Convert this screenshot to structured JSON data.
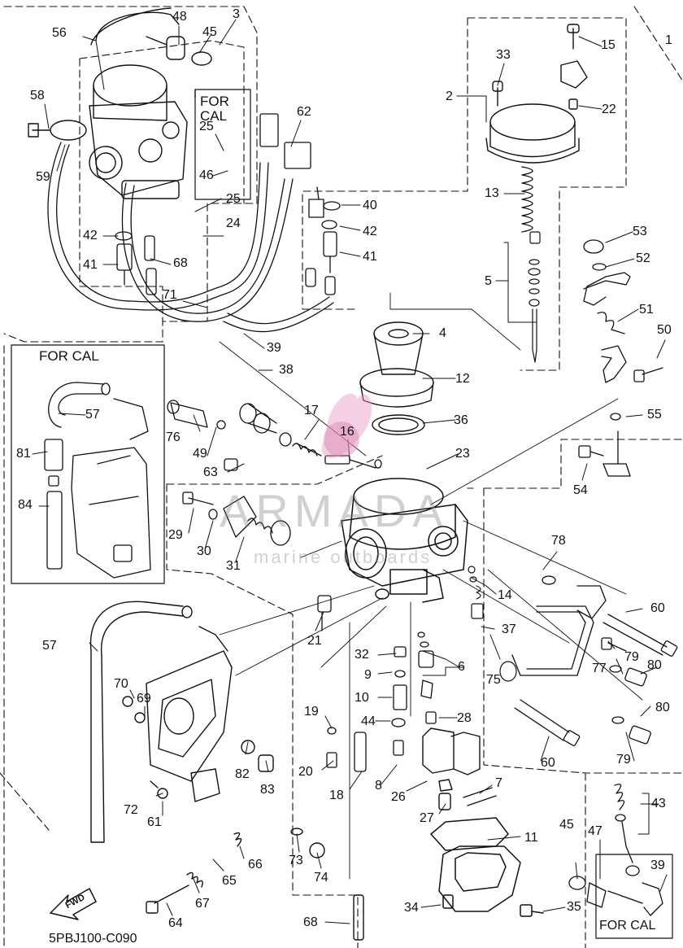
{
  "diagram_code": "5PBJ100-C090",
  "watermark": {
    "brand": "ARMADA",
    "tagline": "marine outboards"
  },
  "insets": {
    "cal_small": "FOR\nCAL",
    "cal_left": "FOR CAL",
    "cal_bottom": "FOR CAL"
  },
  "fwd_label": "FWD",
  "callouts": [
    "1",
    "2",
    "3",
    "4",
    "5",
    "6",
    "7",
    "8",
    "9",
    "10",
    "11",
    "12",
    "13",
    "14",
    "15",
    "16",
    "17",
    "18",
    "19",
    "20",
    "21",
    "22",
    "23",
    "24",
    "25",
    "25b",
    "26",
    "27",
    "28",
    "29",
    "30",
    "31",
    "32",
    "33",
    "34",
    "35",
    "36",
    "37",
    "38",
    "39",
    "39b",
    "40",
    "41",
    "41b",
    "42",
    "42b",
    "43",
    "44",
    "45",
    "45b",
    "46",
    "47",
    "48",
    "49",
    "50",
    "51",
    "52",
    "53",
    "54",
    "55",
    "56",
    "57",
    "57b",
    "58",
    "59",
    "60",
    "60b",
    "61",
    "62",
    "63",
    "64",
    "65",
    "66",
    "67",
    "68",
    "68b",
    "69",
    "70",
    "71",
    "72",
    "73",
    "74",
    "75",
    "76",
    "77",
    "78",
    "79",
    "79b",
    "80",
    "80b",
    "81",
    "82",
    "83",
    "84"
  ],
  "labels": {
    "1": "1",
    "2": "2",
    "3": "3",
    "4": "4",
    "5": "5",
    "6": "6",
    "7": "7",
    "8": "8",
    "9": "9",
    "10": "10",
    "11": "11",
    "12": "12",
    "13": "13",
    "14": "14",
    "15": "15",
    "16": "16",
    "17": "17",
    "18": "18",
    "19": "19",
    "20": "20",
    "21": "21",
    "22": "22",
    "23": "23",
    "24": "24",
    "25": "25",
    "25b": "25",
    "26": "26",
    "27": "27",
    "28": "28",
    "29": "29",
    "30": "30",
    "31": "31",
    "32": "32",
    "33": "33",
    "34": "34",
    "35": "35",
    "36": "36",
    "37": "37",
    "38": "38",
    "39": "39",
    "39b": "39",
    "40": "40",
    "41": "41",
    "41b": "41",
    "42": "42",
    "42b": "42",
    "43": "43",
    "44": "44",
    "45": "45",
    "45b": "45",
    "46": "46",
    "47": "47",
    "48": "48",
    "49": "49",
    "50": "50",
    "51": "51",
    "52": "52",
    "53": "53",
    "54": "54",
    "55": "55",
    "56": "56",
    "57": "57",
    "57b": "57",
    "58": "58",
    "59": "59",
    "60": "60",
    "60b": "60",
    "61": "61",
    "62": "62",
    "63": "63",
    "64": "64",
    "65": "65",
    "66": "66",
    "67": "67",
    "68": "68",
    "68b": "68",
    "69": "69",
    "70": "70",
    "71": "71",
    "72": "72",
    "73": "73",
    "74": "74",
    "75": "75",
    "76": "76",
    "77": "77",
    "78": "78",
    "79": "79",
    "79b": "79",
    "80": "80",
    "80b": "80",
    "81": "81",
    "82": "82",
    "83": "83",
    "84": "84"
  }
}
